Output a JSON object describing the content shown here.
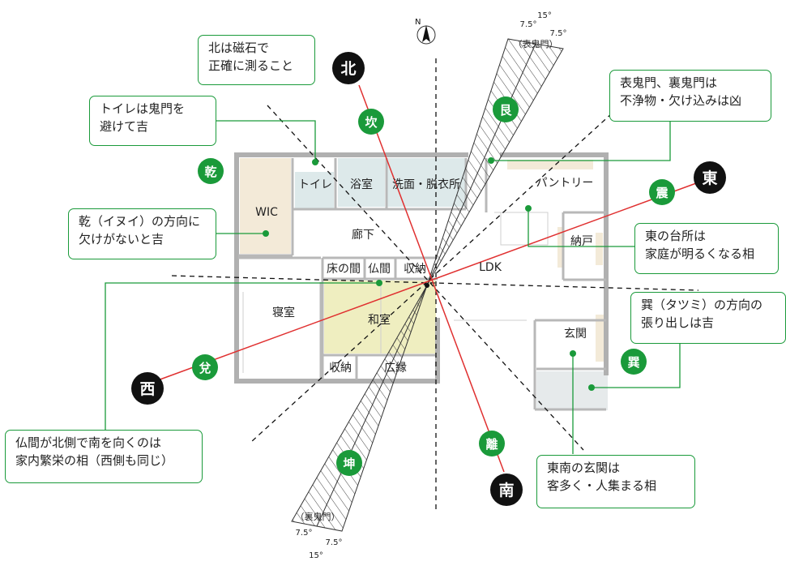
{
  "colors": {
    "green": "#1a9a3a",
    "red": "#e03030",
    "black": "#111111",
    "wall": "#b8b8b8",
    "tatami": "#efeec0",
    "wic": "#f3ead8",
    "bath": "#dde9ea"
  },
  "compass_north": "N",
  "directions": {
    "north": "北",
    "east": "東",
    "west": "西",
    "south": "南"
  },
  "trigrams": {
    "kan": "坎",
    "gon": "艮",
    "shin": "震",
    "son": "巽",
    "ri": "離",
    "kon": "坤",
    "da": "兌",
    "ken": "乾"
  },
  "rooms": {
    "toilet": "トイレ",
    "bath": "浴室",
    "washroom": "洗面・脱衣所",
    "pantry": "パントリー",
    "wic": "WIC",
    "hallway": "廊下",
    "tokonoma": "床の間",
    "butsuma": "仏間",
    "storage_center": "収納",
    "ldk": "LDK",
    "nando": "納戸",
    "bedroom": "寝室",
    "washitsu": "和室",
    "genkan": "玄関",
    "storage_bottom": "収納",
    "hiroen": "広縁"
  },
  "kimon_top": {
    "label": "（表鬼門）",
    "total": "15°",
    "left": "7.5°",
    "right": "7.5°"
  },
  "kimon_bottom": {
    "label": "（裏鬼門）",
    "total": "15°",
    "left": "7.5°",
    "right": "7.5°"
  },
  "notes": {
    "magnet": "北は磁石で\n正確に測ること",
    "toilet": "トイレは鬼門を\n避けて吉",
    "kimon": "表鬼門、裏鬼門は\n不浄物・欠け込みは凶",
    "ken": "乾（イヌイ）の方向に\n欠けがないと吉",
    "kitchen": "東の台所は\n家庭が明るくなる相",
    "son": "巽（タツミ）の方向の\n張り出しは吉",
    "butsuma": "仏間が北側で南を向くのは\n家内繁栄の相（西側も同じ）",
    "genkan": "東南の玄関は\n客多く・人集まる相"
  }
}
